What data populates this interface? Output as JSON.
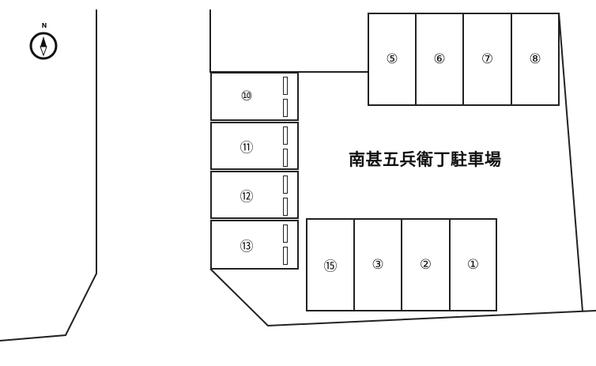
{
  "title": "南甚五兵衛丁駐車場",
  "compass": {
    "label": "N",
    "icon": "north-compass-icon"
  },
  "colors": {
    "line": "#222222",
    "background": "#ffffff",
    "text": "#111111"
  },
  "stalls_left_column": [
    {
      "id": "10",
      "label": "⑩"
    },
    {
      "id": "11",
      "label": "⑪"
    },
    {
      "id": "12",
      "label": "⑫"
    },
    {
      "id": "13",
      "label": "⑬"
    }
  ],
  "stalls_top_row": [
    {
      "id": "5",
      "label": "⑤"
    },
    {
      "id": "6",
      "label": "⑥"
    },
    {
      "id": "7",
      "label": "⑦"
    },
    {
      "id": "8",
      "label": "⑧"
    }
  ],
  "stalls_bottom_row": [
    {
      "id": "15",
      "label": "⑮"
    },
    {
      "id": "3",
      "label": "③"
    },
    {
      "id": "2",
      "label": "②"
    },
    {
      "id": "1",
      "label": "①"
    }
  ]
}
